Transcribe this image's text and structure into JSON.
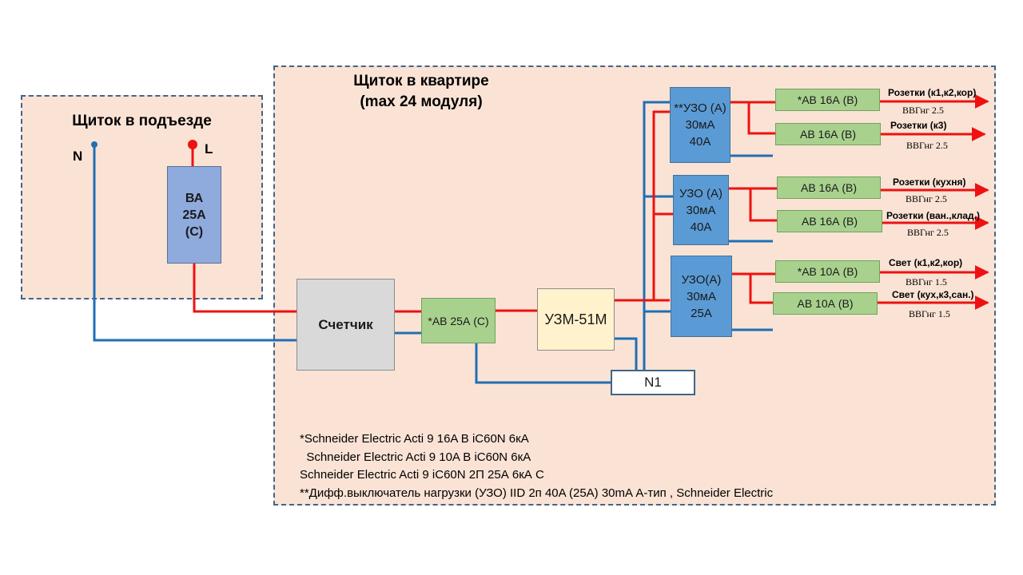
{
  "panels": {
    "entrance": {
      "title": "Щиток в подъезде"
    },
    "apartment": {
      "title": "Щиток в квартире\n(max 24 модуля)"
    }
  },
  "terminals": {
    "n": "N",
    "l": "L"
  },
  "components": {
    "input_breaker": "ВА\n25А\n(С)",
    "meter": "Счетчик",
    "main_breaker": "*АВ 25А (С)",
    "voltage_relay": "УЗМ-51М",
    "neutral_bus": "N1",
    "rcd1": "**УЗО (А)\n30мА\n40А",
    "rcd2": "УЗО (А)\n30мА\n40А",
    "rcd3": "УЗО(А)\n30мА\n25А"
  },
  "circuits": [
    {
      "breaker": "*АВ 16А (B)",
      "load": "Розетки (к1,к2,кор)",
      "cable": "ВВГнг 2.5"
    },
    {
      "breaker": "АВ 16А (B)",
      "load": "Розетки (к3)",
      "cable": "ВВГнг 2.5"
    },
    {
      "breaker": "АВ 16А (B)",
      "load": "Розетки (кухня)",
      "cable": "ВВГнг 2.5"
    },
    {
      "breaker": "АВ 16А (B)",
      "load": "Розетки (ван.,клад.)",
      "cable": "ВВГнг 2.5"
    },
    {
      "breaker": "*АВ 10А (B)",
      "load": "Свет (к1,к2,кор)",
      "cable": "ВВГнг 1.5"
    },
    {
      "breaker": "АВ 10А (B)",
      "load": "Свет (кух,к3,сан.)",
      "cable": "ВВГнг 1.5"
    }
  ],
  "notes": [
    "*Schneider Electric Acti 9 16A B iC60N 6кА",
    "  Schneider Electric Acti 9 10A B iC60N 6кА",
    "Schneider Electric Acti 9 iC60N 2П 25А 6кА С",
    "**Дифф.выключатель нагрузки (УЗО) IID 2п 40A (25A) 30mA А-тип , Schneider Electric"
  ],
  "colors": {
    "phase": "#ee1111",
    "neutral": "#1f6fb5",
    "panel_fill": "#fae3d5",
    "panel_border": "#41658a"
  }
}
